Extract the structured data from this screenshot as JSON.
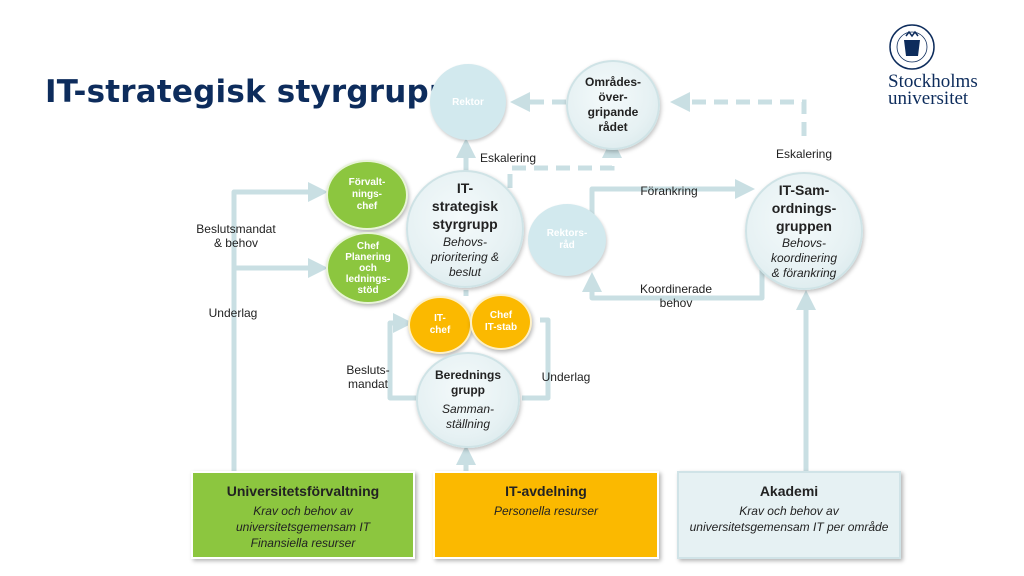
{
  "title": "IT-strategisk styrgrupp",
  "logo": {
    "line1": "Stockholms",
    "line2": "universitet"
  },
  "nodes": {
    "rektor": "Rektor",
    "omrades": "Områdes-\növer-\ngripande\nrådet",
    "itstrat": {
      "title": "IT-\nstrategisk\nstyrgrupp",
      "sub": "Behovs-\nprioritering &\nbeslut"
    },
    "rektorsrad": "Rektors-\nråd",
    "itsam": {
      "title": "IT-Sam-\nordnings-\ngruppen",
      "sub": "Behovs-\nkoordinering\n& förankring"
    },
    "forvaltningschef": "Förvalt-\nnings-\nchef",
    "chefplanering": "Chef\nPlanering\noch\nlednings-\nstöd",
    "itchef": "IT-\nchef",
    "chefitstab": "Chef\nIT-stab",
    "beredning": {
      "title": "Berednings\ngrupp",
      "sub": "Samman-\nställning"
    }
  },
  "labels": {
    "eskalering_left": "Eskalering",
    "eskalering_right": "Eskalering",
    "forankring": "Förankring",
    "koordinerade": "Koordinerade\nbehov",
    "beslutsmandat_behov": "Beslutsmandat\n& behov",
    "underlag_left": "Underlag",
    "besluts_mandat": "Besluts-\nmandat",
    "underlag_right": "Underlag"
  },
  "boxes": {
    "univ": {
      "title": "Universitetsförvaltning",
      "lines": [
        "Krav och behov av\nuniversitetsgemensam IT",
        "Finansiella resurser"
      ]
    },
    "itavd": {
      "title": "IT-avdelning",
      "lines": [
        "Personella resurser"
      ]
    },
    "akademi": {
      "title": "Akademi",
      "lines": [
        "Krav och behov av\nuniversitetsgemensam IT per område"
      ]
    }
  },
  "colors": {
    "navy": "#0d2c5c",
    "green": "#8cc63f",
    "orange": "#fbb900",
    "arrow": "#c9dfe3"
  }
}
